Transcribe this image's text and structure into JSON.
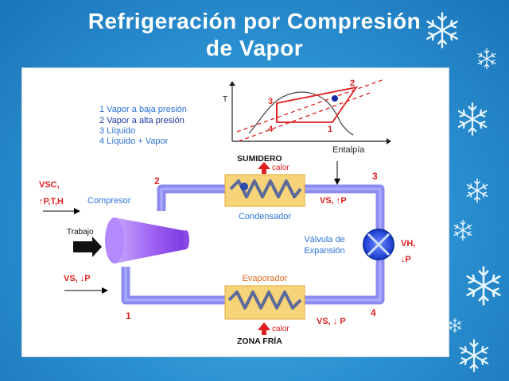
{
  "slide": {
    "title_line1": "Refrigeración por Compresión",
    "title_line2": "de Vapor"
  },
  "legend": [
    {
      "text": "1 Vapor a baja presión",
      "color": "#2b72d8"
    },
    {
      "text": "2 Vapor a alta presión",
      "color": "#1a3aa0"
    },
    {
      "text": "3 Líquido",
      "color": "#2b72d8"
    },
    {
      "text": "4 Líquido + Vapor",
      "color": "#2b72d8"
    }
  ],
  "ph_chart": {
    "ylabel": "T",
    "xlabel": "Entalpía",
    "points": [
      "1",
      "2",
      "3",
      "4"
    ]
  },
  "components": {
    "sink_label": "SUMIDERO",
    "sink_heat": "calor",
    "condenser": "Condensador",
    "compressor": "Compresor",
    "work": "Trabajo",
    "valve_line1": "Válvula de",
    "valve_line2": "Expansión",
    "evaporator": "Evaporador",
    "cold_heat": "calor",
    "cold_label": "ZONA FRÍA"
  },
  "nodes": {
    "n1": "1",
    "n2": "2",
    "n3": "3",
    "n4": "4"
  },
  "annotations": {
    "vsc_line1": "VSC,",
    "vsc_line2": "↑P,T,H",
    "vs_top": "VS, ↑P",
    "vh_line1": "VH,",
    "vh_line2": "↓P",
    "vs_left": "VS, ↓P",
    "vs_bottom": "VS, ↓ P"
  },
  "colors": {
    "pipe": "#8c8cf0",
    "heat_exchanger": "#f7d37a",
    "coil": "#5a6a9a",
    "red_label": "#e01010",
    "blue_label": "#2b72d8",
    "valve": "#1a4ad0",
    "compressor": "#9a5af0"
  }
}
